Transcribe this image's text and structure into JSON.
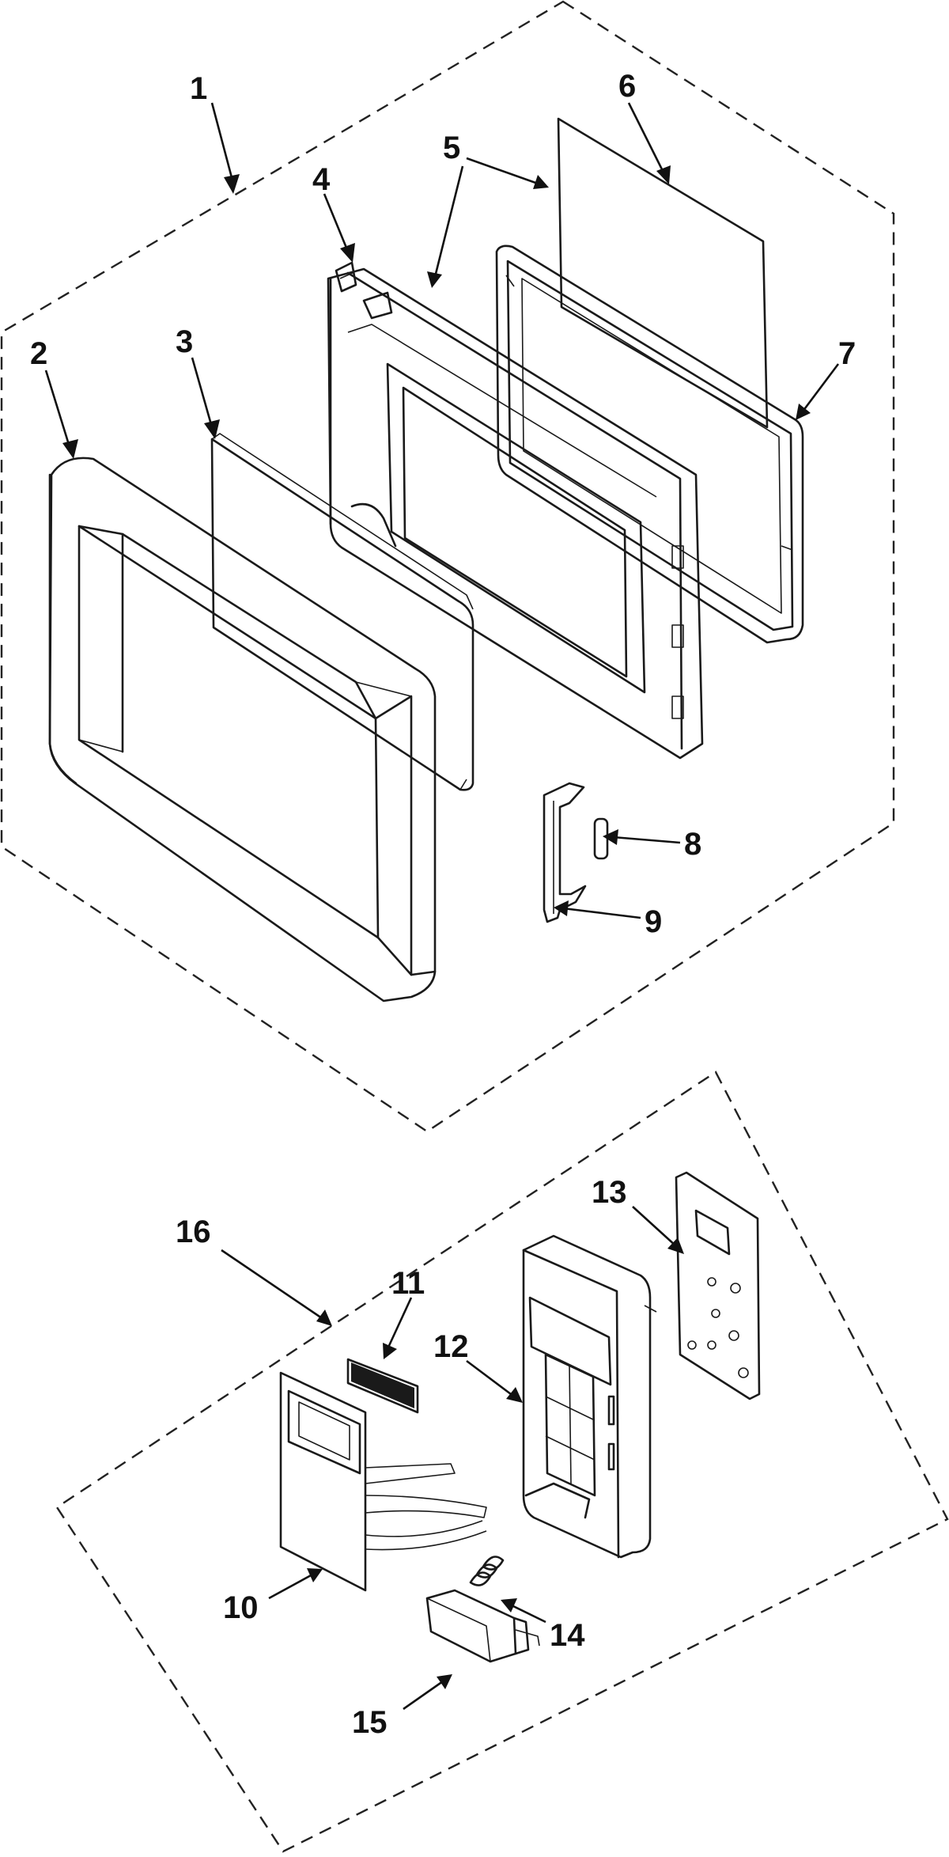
{
  "callouts": {
    "c1": "1",
    "c2": "2",
    "c3": "3",
    "c4": "4",
    "c5": "5",
    "c6": "6",
    "c7": "7",
    "c8": "8",
    "c9": "9",
    "c10": "10",
    "c11": "11",
    "c12": "12",
    "c13": "13",
    "c14": "14",
    "c15": "15",
    "c16": "16"
  },
  "colors": {
    "line": "#1a1a1a",
    "background": "#ffffff"
  },
  "parts": [
    "door-assembly-group",
    "door-outer-frame",
    "door-glass-screen",
    "door-hinge",
    "door-inner-frame",
    "window-film",
    "choke-seal",
    "latch-spring",
    "latch-lever",
    "control-overlay-membrane",
    "display-window-sticker",
    "control-panel-frame",
    "control-pcb",
    "button-spring",
    "release-button",
    "control-panel-group"
  ]
}
